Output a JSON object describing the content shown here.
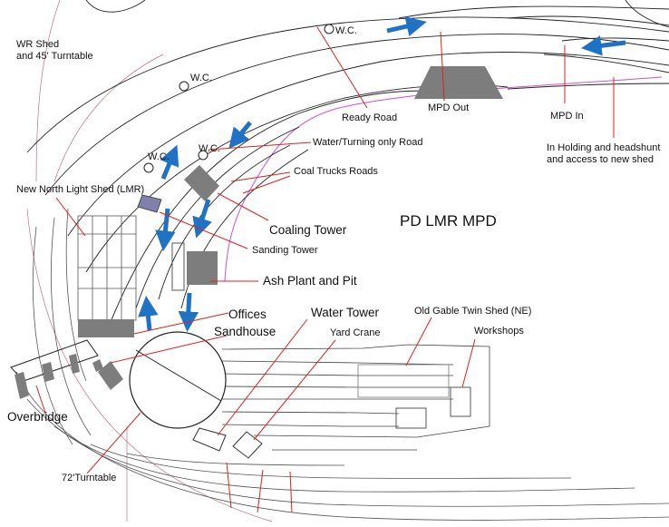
{
  "title": "PD LMR MPD",
  "labels": {
    "wr_shed": "WR Shed\nand 45' Turntable",
    "wc": "W.C.",
    "ready_road": "Ready Road",
    "mpd_out": "MPD Out",
    "mpd_in": "MPD In",
    "holding": "In Holding and headshunt\nand access to new shed",
    "water_turning": "Water/Turning only Road",
    "coal_trucks": "Coal Trucks Roads",
    "new_north_light": "New North Light Shed (LMR)",
    "coaling_tower": "Coaling Tower",
    "sanding_tower": "Sanding Tower",
    "ash_plant": "Ash  Plant  and  Pit",
    "offices": "Offices",
    "sandhouse": "Sandhouse",
    "water_tower": "Water Tower",
    "yard_crane": "Yard Crane",
    "old_gable": "Old Gable Twin Shed (NE)",
    "workshops": "Workshops",
    "overbridge": "Overbridge",
    "turntable72": "72'Turntable"
  },
  "colors": {
    "track": "#222222",
    "leader": "#e0201b",
    "boundary": "#d050d0",
    "faint": "#c07080",
    "arrow": "#1f72c4",
    "building": "#7d7d7d",
    "shed": "#8080a8"
  }
}
